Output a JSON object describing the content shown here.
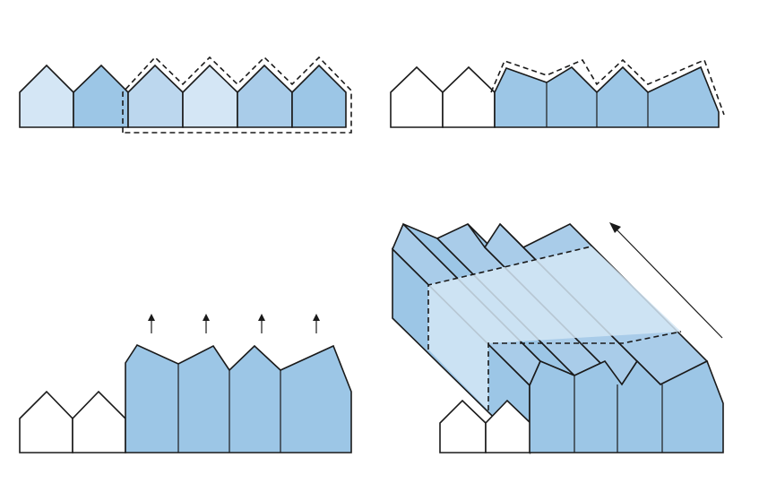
{
  "colors": {
    "white": "#ffffff",
    "blue_lightest": "#d4e6f5",
    "blue_light": "#bcd7ee",
    "blue_mid": "#a9cce9",
    "blue": "#9cc6e6",
    "outline": "#1a1a1a"
  },
  "panels": [
    {
      "id": "existing-row-selection",
      "house_count": 6,
      "selected_count": 4
    },
    {
      "id": "modified-roofline",
      "house_count": 6,
      "modified_count": 4
    },
    {
      "id": "raised-buildings",
      "house_count": 6,
      "raised_count": 4,
      "arrow_count": 4
    },
    {
      "id": "extrusion-3d",
      "house_count": 6,
      "extruded_count": 4,
      "arrow_count": 1
    }
  ],
  "icons": [
    "up-arrow-icon",
    "diagonal-arrow-icon"
  ]
}
